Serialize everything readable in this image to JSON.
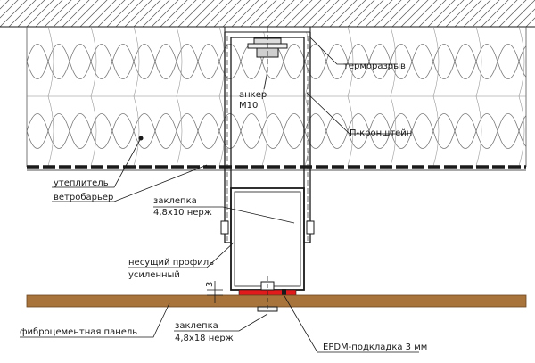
{
  "labels": {
    "thermal_break": "терморазрыв",
    "anchor_line1": "анкер",
    "anchor_line2": "М10",
    "u_bracket": "П-кронштейн",
    "insulation": "утеплитель",
    "wind_barrier": "ветробарьер",
    "rivet_top_line1": "заклепка",
    "rivet_top_line2": "4,8х10 нерж",
    "profile_line1": "несущий профиль",
    "profile_line2": "усиленный",
    "dimension_small": "3",
    "fiber_panel": "фиброцементная панель",
    "rivet_bottom_line1": "заклепка",
    "rivet_bottom_line2": "4,8х18 нерж",
    "epdm": "EPDM-подкладка 3 мм"
  },
  "colors": {
    "line": "#1a1a1a",
    "panel": "#a9743b",
    "epdm": "#e11b1b",
    "concrete_bg": "#ffffff"
  }
}
